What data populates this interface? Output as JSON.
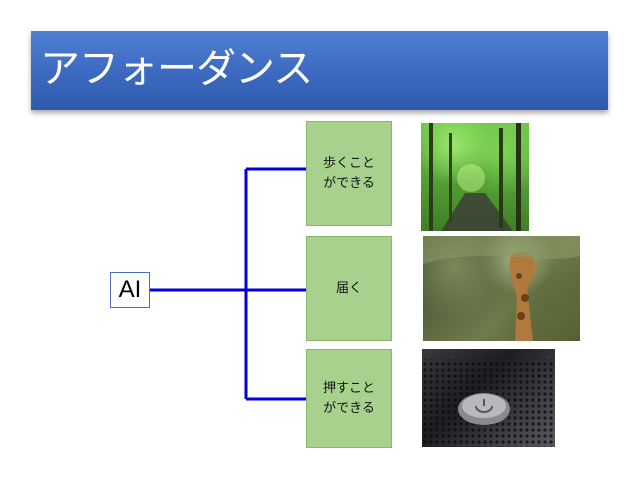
{
  "slide": {
    "title": "アフォーダンス"
  },
  "diagram": {
    "root_label": "AI",
    "line_color": "#0000dd",
    "options": [
      {
        "label_line1": "歩くこと",
        "label_line2": "ができる",
        "image": "forest-path-photo"
      },
      {
        "label_line1": "届く",
        "label_line2": "",
        "image": "giraffe-eating-leaves-photo"
      },
      {
        "label_line1": "押すこと",
        "label_line2": "ができる",
        "image": "power-button-photo"
      }
    ]
  },
  "colors": {
    "title_bar": "#3c69c0",
    "option_box": "#a9d18e",
    "option_border": "#8ab66f"
  }
}
